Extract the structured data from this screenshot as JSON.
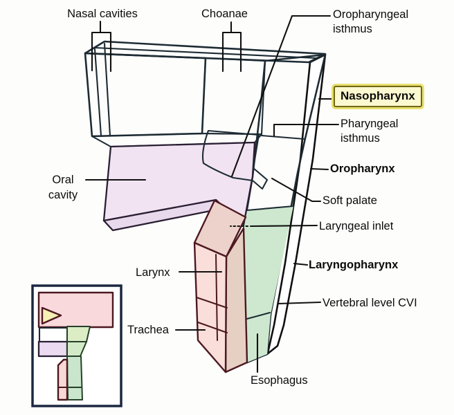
{
  "diagram": {
    "labels": {
      "nasal_cavities": "Nasal cavities",
      "choanae": "Choanae",
      "oropharyngeal_isthmus": "Oropharyngeal isthmus",
      "nasopharynx": "Nasopharynx",
      "pharyngeal_isthmus": "Pharyngeal isthmus",
      "oropharynx": "Oropharynx",
      "soft_palate": "Soft palate",
      "laryngeal_inlet": "Laryngeal inlet",
      "laryngopharynx": "Laryngopharynx",
      "vertebral_level_cvi": "Vertebral level CVI",
      "oral_cavity": "Oral cavity",
      "larynx": "Larynx",
      "trachea": "Trachea",
      "esophagus": "Esophagus"
    },
    "colors": {
      "nasal_top": "#dbe9f4",
      "nasal_front": "#edf4f9",
      "palate_band": "#dde9f3",
      "choanae_panel": "#e4f0d5",
      "pharynx_green": "#d8eac4",
      "esophagus_green": "#cde8cf",
      "oral_lavender": "#f1e3f2",
      "oral_band": "#e9d9ec",
      "soft_palate_gray": "#dadcca",
      "larynx_top": "#ecd2ca",
      "larynx_pink": "#f9ded9",
      "trachea_side": "#e6d0c3",
      "slab_white": "#ffffff",
      "badge_bg": "#fcf8cf",
      "badge_border": "#6e6814",
      "badge_glow": "#e8e070",
      "inset_border": "#1c2840",
      "inset_pink": "#f9d9dc",
      "inset_yellow": "#f6f0b4",
      "inset_blue": "#dbeef8",
      "inset_purple": "#ebdaf0",
      "inset_green_a": "#dcedc6",
      "inset_green_b": "#d3eac8",
      "inset_green_col": "#c9e6cc",
      "inset_pink_strip": "#f8d8d4"
    }
  }
}
